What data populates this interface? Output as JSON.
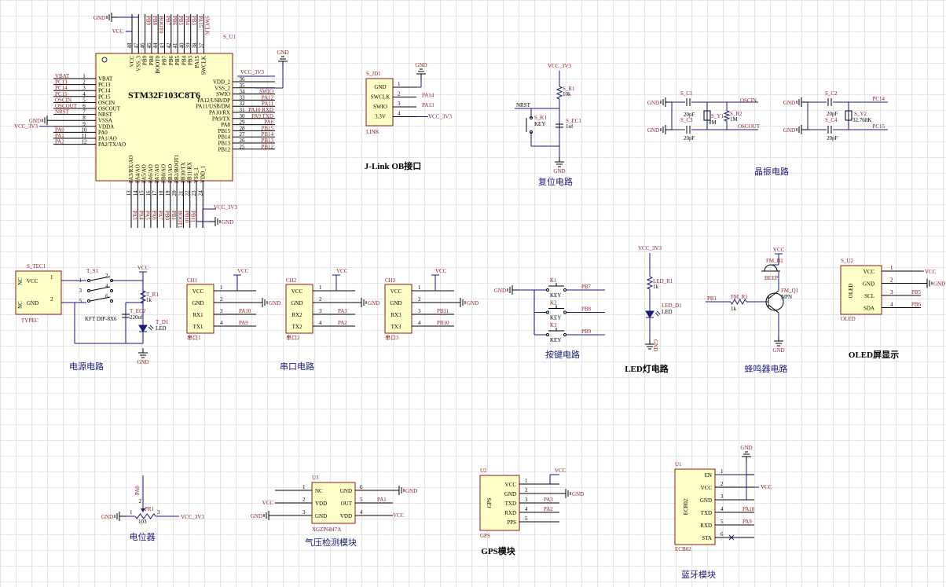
{
  "titles": {
    "jlink": "J-Link OB接口",
    "reset": "复位电路",
    "crystal": "晶振电路",
    "power": "电源电路",
    "uart": "串口电路",
    "key": "按键电路",
    "led": "LED灯电路",
    "buzzer": "蜂鸣器电路",
    "oled": "OLED屏显示",
    "pot": "电位器",
    "pressure": "气压检测模块",
    "gps": "GPS模块",
    "bt": "蓝牙模块"
  },
  "mcu": {
    "ref": "S_U1",
    "name": "STM32F103C8T6",
    "left_pins": [
      {
        "num": "1",
        "name": "VBAT",
        "net": "VBAT"
      },
      {
        "num": "2",
        "name": "PC13",
        "net": "PC13"
      },
      {
        "num": "3",
        "name": "PC14",
        "net": "PC14"
      },
      {
        "num": "4",
        "name": "PC15",
        "net": "PC15"
      },
      {
        "num": "5",
        "name": "OSCIN",
        "net": "OSCIN"
      },
      {
        "num": "6",
        "name": "OSCOUT",
        "net": "OSCOUT"
      },
      {
        "num": "7",
        "name": "NRST",
        "net": "NRST"
      },
      {
        "num": "8",
        "name": "VSSA",
        "net": "GND"
      },
      {
        "num": "9",
        "name": "VDDA",
        "net": "VCC_3V3"
      },
      {
        "num": "10",
        "name": "PA0",
        "net": "PA0"
      },
      {
        "num": "11",
        "name": "PA1/AO",
        "net": "PA1"
      },
      {
        "num": "12",
        "name": "PA2/TX/AO",
        "net": "PA2"
      }
    ],
    "right_pins": [
      {
        "num": "36",
        "name": "VDD_2",
        "net": "VCC_3V3"
      },
      {
        "num": "35",
        "name": "VSS_2",
        "net": ""
      },
      {
        "num": "34",
        "name": "SWIO",
        "net": "SWIO"
      },
      {
        "num": "33",
        "name": "PA12/USB/DP",
        "net": "PA12"
      },
      {
        "num": "32",
        "name": "PA11/USB/DM",
        "net": "PA11"
      },
      {
        "num": "31",
        "name": "PA10/RX",
        "net": "PA10_RXD"
      },
      {
        "num": "30",
        "name": "PA9/TX",
        "net": "PA9_TXD"
      },
      {
        "num": "29",
        "name": "PA8",
        "net": "PA8"
      },
      {
        "num": "28",
        "name": "PB15",
        "net": "PB15"
      },
      {
        "num": "27",
        "name": "PB14",
        "net": "PB14"
      },
      {
        "num": "26",
        "name": "PB13",
        "net": "PB13"
      },
      {
        "num": "25",
        "name": "PB12",
        "net": "PB12"
      }
    ],
    "top_pins": [
      {
        "num": "48",
        "name": "VCC",
        "net": "VCC"
      },
      {
        "num": "47",
        "name": "VSS_3",
        "net": "GND"
      },
      {
        "num": "46",
        "name": "PB9",
        "net": "PB9"
      },
      {
        "num": "45",
        "name": "PB8",
        "net": "PB8"
      },
      {
        "num": "44",
        "name": "BOOT0",
        "net": "BOOT0"
      },
      {
        "num": "43",
        "name": "PB7",
        "net": "PB7"
      },
      {
        "num": "42",
        "name": "PB6",
        "net": "PB6"
      },
      {
        "num": "41",
        "name": "PB5",
        "net": "PB5"
      },
      {
        "num": "40",
        "name": "PB4",
        "net": "PB4"
      },
      {
        "num": "39",
        "name": "PB3",
        "net": "PB3"
      },
      {
        "num": "38",
        "name": "PA15",
        "net": "PA15"
      },
      {
        "num": "37",
        "name": "SWCLK",
        "net": "SWCLK"
      }
    ],
    "bottom_pins": [
      {
        "num": "13",
        "name": "PA3/RX/AO",
        "net": "PA3"
      },
      {
        "num": "14",
        "name": "PA4/AO",
        "net": "PA4"
      },
      {
        "num": "15",
        "name": "PA5/AO",
        "net": "PA5"
      },
      {
        "num": "16",
        "name": "PA6/AO",
        "net": "PA6"
      },
      {
        "num": "17",
        "name": "PA7/AO",
        "net": "PA7"
      },
      {
        "num": "18",
        "name": "PB0/AO",
        "net": "PB0"
      },
      {
        "num": "19",
        "name": "PB1/AO",
        "net": "PB1"
      },
      {
        "num": "20",
        "name": "PB2/BOOT1",
        "net": "BOOT1"
      },
      {
        "num": "21",
        "name": "PB10/TX",
        "net": "PB10"
      },
      {
        "num": "22",
        "name": "PB11/RX",
        "net": "PB11"
      },
      {
        "num": "23",
        "name": "VSS_1",
        "net": "GND"
      },
      {
        "num": "24",
        "name": "VDD_1",
        "net": "VCC_3V3"
      }
    ],
    "gnd_top": "GND",
    "vcc_top": "VCC",
    "vcc3v3_right": "VCC_3V3",
    "gnd_right": "GND",
    "gnd_left": "GND",
    "vcc3v3_left": "VCC_3V3",
    "vcc3v3_bottom": "VCC_3V3",
    "gnd_bottom": "GND"
  },
  "jlink": {
    "ref": "S_JD1",
    "label": "LINK",
    "pins": [
      {
        "num": "1",
        "name": "GND",
        "net": "GND"
      },
      {
        "num": "2",
        "name": "SWCLK",
        "net": "PA14"
      },
      {
        "num": "3",
        "name": "SWIO",
        "net": "PA13"
      },
      {
        "num": "4",
        "name": "3.3V",
        "net": "VCC_3V3"
      }
    ]
  },
  "reset": {
    "vcc": "VCC_3V3",
    "r_ref": "S_R1",
    "r_val": "10k",
    "nrst": "NRST",
    "k_ref": "S_K1",
    "k_val": "KEY",
    "c_ref": "S_EC1",
    "c_val": "1uf",
    "gnd": "GND"
  },
  "crystal": {
    "gnd1": "GND",
    "c1_ref": "S_C1",
    "c1_val": "20pF",
    "c3_ref": "S_C3",
    "c3_val": "20pF",
    "y1_ref": "S_Y1",
    "y1_val": "8M",
    "r2_ref": "S_R2",
    "r2_val": "1M",
    "oscin": "OSCIN",
    "oscout": "OSCOUT",
    "gnd2": "GND",
    "c2_ref": "S_C2",
    "c2_val": "20pF",
    "c4_ref": "S_C4",
    "c4_val": "20pF",
    "y2_ref": "S_Y2",
    "y2_val": "32.768K",
    "pc14": "PC14",
    "pc15": "PC15"
  },
  "power": {
    "ref": "S_TEC1",
    "pin_vcc": "VCC",
    "pin_gnd": "GND",
    "nc1": "NC",
    "nc2": "NC",
    "type": "TYPEC",
    "n1": "1",
    "n2": "2",
    "sw_ref": "T_S1",
    "sw_val": "KFT DIP-8X6",
    "sw_pins": [
      "1",
      "2",
      "3",
      "4",
      "5",
      "6"
    ],
    "vcc": "VCC",
    "r_ref": "T_R1",
    "r_val": "1k",
    "c_ref": "T_EC2",
    "c_val": "220uf",
    "d_ref": "T_D1",
    "d_val": "LED",
    "gnd": "GND"
  },
  "uart": [
    {
      "ref": "CH1",
      "label": "串口1",
      "pins": [
        {
          "num": "1",
          "name": "VCC",
          "net": "VCC"
        },
        {
          "num": "2",
          "name": "GND",
          "net": "GND"
        },
        {
          "num": "3",
          "name": "RX1",
          "net": "PA10"
        },
        {
          "num": "4",
          "name": "TX1",
          "net": "PA9"
        }
      ]
    },
    {
      "ref": "CH2",
      "label": "串口2",
      "pins": [
        {
          "num": "1",
          "name": "VCC",
          "net": "VCC"
        },
        {
          "num": "2",
          "name": "GND",
          "net": "GND"
        },
        {
          "num": "3",
          "name": "RX2",
          "net": "PA3"
        },
        {
          "num": "4",
          "name": "TX2",
          "net": "PA2"
        }
      ]
    },
    {
      "ref": "CH3",
      "label": "串口3",
      "pins": [
        {
          "num": "1",
          "name": "VCC",
          "net": "VCC"
        },
        {
          "num": "2",
          "name": "GND",
          "net": "GND"
        },
        {
          "num": "3",
          "name": "RX3",
          "net": "PB11"
        },
        {
          "num": "4",
          "name": "TX3",
          "net": "PB10"
        }
      ]
    }
  ],
  "keys": {
    "gnd": "GND",
    "items": [
      {
        "ref": "K1",
        "val": "KEY",
        "net": "PB7"
      },
      {
        "ref": "K2",
        "val": "KEY",
        "net": "PB8"
      },
      {
        "ref": "K3",
        "val": "KEY",
        "net": "PB9"
      }
    ]
  },
  "led": {
    "vcc": "VCC_3V3",
    "r_ref": "LED_R1",
    "r_val": "1k",
    "d_ref": "LED_D1",
    "d_val": "LED",
    "gnd": "GND"
  },
  "buzzer": {
    "vcc": "VCC",
    "b_ref": "FM_B1",
    "b_val": "BEEP",
    "q_ref": "FM_Q1",
    "q_val": "NPN",
    "r_ref": "FM_R1",
    "r_val": "1k",
    "pb1": "PB1",
    "gnd": "GND"
  },
  "oled": {
    "ref": "S_U2",
    "label": "OLED",
    "side": "OLED",
    "pins": [
      {
        "num": "1",
        "name": "VCC",
        "net": "VCC"
      },
      {
        "num": "2",
        "name": "GND",
        "net": "GND"
      },
      {
        "num": "3",
        "name": "SCL",
        "net": "PB5"
      },
      {
        "num": "4",
        "name": "SDA",
        "net": "PB6"
      }
    ]
  },
  "pot": {
    "ref": "PR1",
    "val": "103",
    "gnd": "GND",
    "vcc": "VCC_3V3",
    "pa0": "PA0",
    "n1": "1",
    "n2": "2",
    "n3": "3"
  },
  "pressure": {
    "ref": "U3",
    "part": "XGZP6847A",
    "left": [
      {
        "num": "1",
        "name": "NC",
        "net": ""
      },
      {
        "num": "2",
        "name": "VDD",
        "net": "VCC"
      },
      {
        "num": "3",
        "name": "GND",
        "net": "GND"
      }
    ],
    "right": [
      {
        "num": "6",
        "name": "GND",
        "net": "GND"
      },
      {
        "num": "5",
        "name": "OUT",
        "net": "PA1"
      },
      {
        "num": "4",
        "name": "VDD",
        "net": "VCC"
      }
    ]
  },
  "gps": {
    "ref": "U2",
    "label": "GPS",
    "side": "GPS",
    "pins": [
      {
        "num": "1",
        "name": "VCC",
        "net": "VCC"
      },
      {
        "num": "2",
        "name": "GND",
        "net": "GND"
      },
      {
        "num": "3",
        "name": "TXD",
        "net": "PA3"
      },
      {
        "num": "4",
        "name": "RXD",
        "net": "PA2"
      },
      {
        "num": "5",
        "name": "PPS",
        "net": ""
      }
    ]
  },
  "bt": {
    "ref": "U1",
    "label": "ECB02",
    "side": "ECB02",
    "gnd": "GND",
    "pins": [
      {
        "num": "1",
        "name": "EN",
        "net": ""
      },
      {
        "num": "2",
        "name": "VCC",
        "net": "VCC"
      },
      {
        "num": "3",
        "name": "GND",
        "net": ""
      },
      {
        "num": "4",
        "name": "TXD",
        "net": "PA10"
      },
      {
        "num": "5",
        "name": "RXD",
        "net": "PA9"
      },
      {
        "num": "6",
        "name": "STA",
        "net": ""
      }
    ]
  }
}
